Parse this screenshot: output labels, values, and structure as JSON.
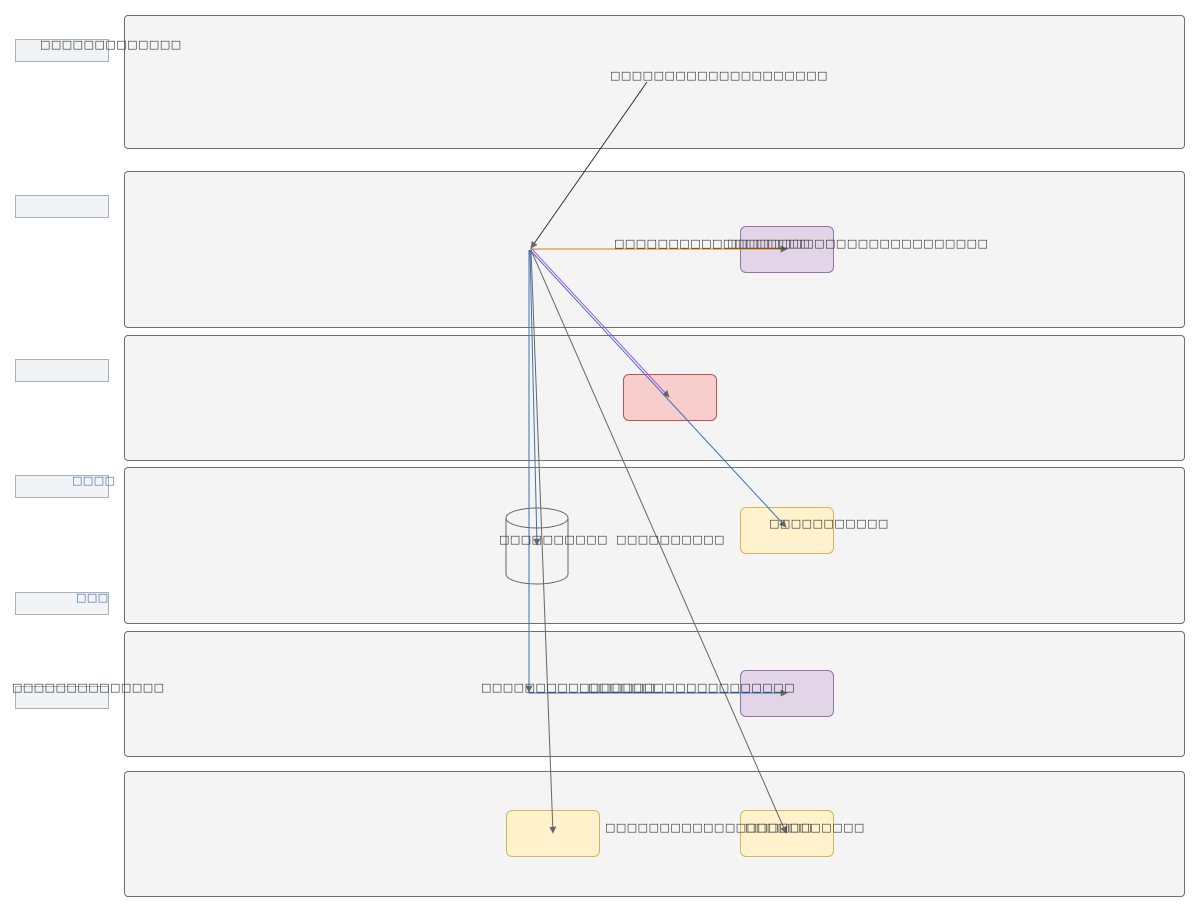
{
  "diagram": {
    "lanes": [
      {
        "id": "lane-1",
        "tag": "□□□□□□□□□□□□□"
      },
      {
        "id": "lane-2",
        "tag": ""
      },
      {
        "id": "lane-3",
        "tag": ""
      },
      {
        "id": "lane-4",
        "tag": "□□□□",
        "tag2": "□□□"
      },
      {
        "id": "lane-5",
        "tag": "□□□□□□□□□□□□□□"
      },
      {
        "id": "lane-6",
        "tag": ""
      }
    ],
    "nodes": [
      {
        "id": "purple-top",
        "shape": "rounded-rect",
        "fill": "#e1d5e7",
        "stroke": "#9673a6",
        "label": ""
      },
      {
        "id": "red-box",
        "shape": "rounded-rect",
        "fill": "#f8cecc",
        "stroke": "#b85450",
        "label": ""
      },
      {
        "id": "database",
        "shape": "cylinder",
        "fill": "#f4f4f4",
        "stroke": "#666666",
        "label": "□□□□□□□□□□"
      },
      {
        "id": "yellow-mid",
        "shape": "rounded-rect",
        "fill": "#fff2cc",
        "stroke": "#d6b656",
        "label": "□□□□□□□□□□□"
      },
      {
        "id": "purple-bottom",
        "shape": "rounded-rect",
        "fill": "#e1d5e7",
        "stroke": "#9673a6",
        "label": ""
      },
      {
        "id": "yellow-left",
        "shape": "rounded-rect",
        "fill": "#fff2cc",
        "stroke": "#d6b656",
        "label": ""
      },
      {
        "id": "yellow-right",
        "shape": "rounded-rect",
        "fill": "#fff2cc",
        "stroke": "#d6b656",
        "label": "□□□□□□□□□□□"
      }
    ],
    "edge_labels": {
      "top": "□□□□□□□□□□□□□□□□□□□□",
      "orange_edge_a": "□□□□□□□□□□□□□□□□□□",
      "orange_edge_b": "□□□□□□□□□□□□□□□□□□□□□□□□",
      "lane4_middle": "□□□□□□□□□□",
      "lane5_a": "□□□□□□□□□□□□□□□□",
      "lane5_b": "□□□□□□□□□□□□□□□□□□□",
      "lane6": "□□□□□□□□□□□□□□□□□□□"
    },
    "edges": [
      {
        "from": "top-label",
        "to": "hub",
        "color": "#333333"
      },
      {
        "from": "hub",
        "to": "purple-top",
        "color": "#e07b00"
      },
      {
        "from": "hub",
        "to": "red-box",
        "color": "#a64dff"
      },
      {
        "from": "hub",
        "to": "yellow-mid",
        "color": "#3d72b0"
      },
      {
        "from": "hub",
        "to": "database",
        "color": "#3d72b0"
      },
      {
        "from": "hub",
        "to": "purple-bottom",
        "color": "#3d72b0"
      },
      {
        "from": "hub",
        "to": "yellow-left",
        "color": "#666666"
      },
      {
        "from": "hub",
        "to": "yellow-right",
        "color": "#666666"
      }
    ],
    "colors": {
      "lane_fill": "#f4f4f4",
      "lane_stroke": "#6e6e6e",
      "arrow_head": "#666666"
    }
  }
}
